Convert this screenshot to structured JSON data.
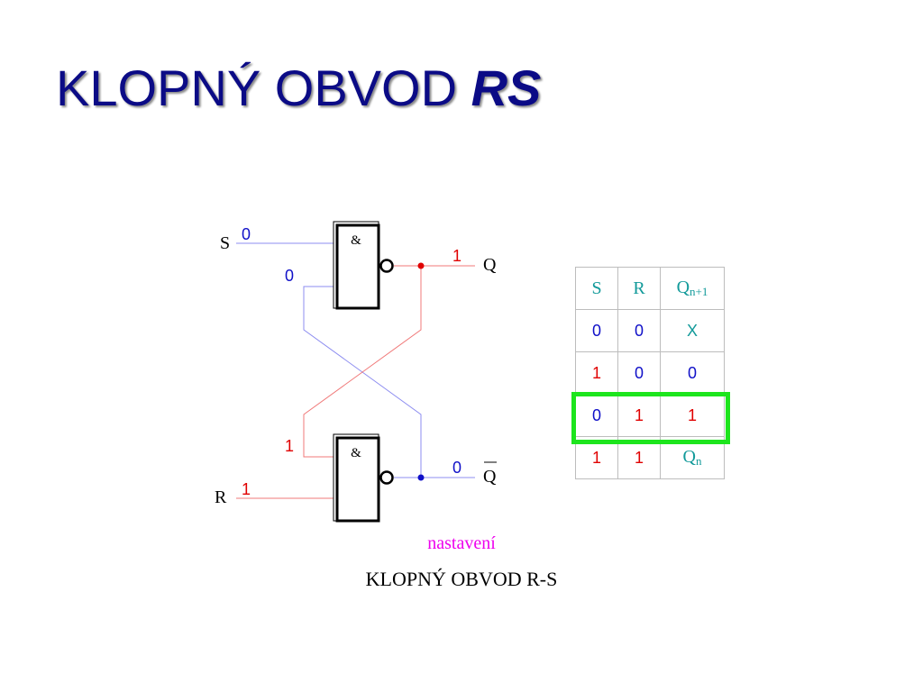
{
  "title": {
    "main": "KLOPNÝ OBVOD",
    "emphasis": "RS"
  },
  "circuit": {
    "gate_symbol": "&",
    "input_s": {
      "label": "S",
      "value": "0"
    },
    "input_r": {
      "label": "R",
      "value": "1"
    },
    "top_gate_second_input_value": "0",
    "bottom_gate_second_input_value": "1",
    "output_q": {
      "label": "Q",
      "value": "1"
    },
    "output_q_bar": {
      "label": "Q",
      "value": "0"
    },
    "colors": {
      "high": "#e00000",
      "low": "#1010c8",
      "wire_low": "#8c8cf0",
      "wire_high": "#f07878"
    }
  },
  "truth_table": {
    "headers": {
      "s": "S",
      "r": "R",
      "q_base": "Q",
      "q_sub": "n+1"
    },
    "rows": [
      {
        "s": "0",
        "r": "0",
        "q": "X",
        "q_sub": ""
      },
      {
        "s": "1",
        "r": "0",
        "q": "0",
        "q_sub": ""
      },
      {
        "s": "0",
        "r": "1",
        "q": "1",
        "q_sub": ""
      },
      {
        "s": "1",
        "r": "1",
        "q": "Q",
        "q_sub": "n"
      }
    ],
    "highlighted_row": 3,
    "highlight_color": "#1de51d"
  },
  "caption": {
    "state": "nastavení",
    "name": "KLOPNÝ OBVOD R-S"
  }
}
